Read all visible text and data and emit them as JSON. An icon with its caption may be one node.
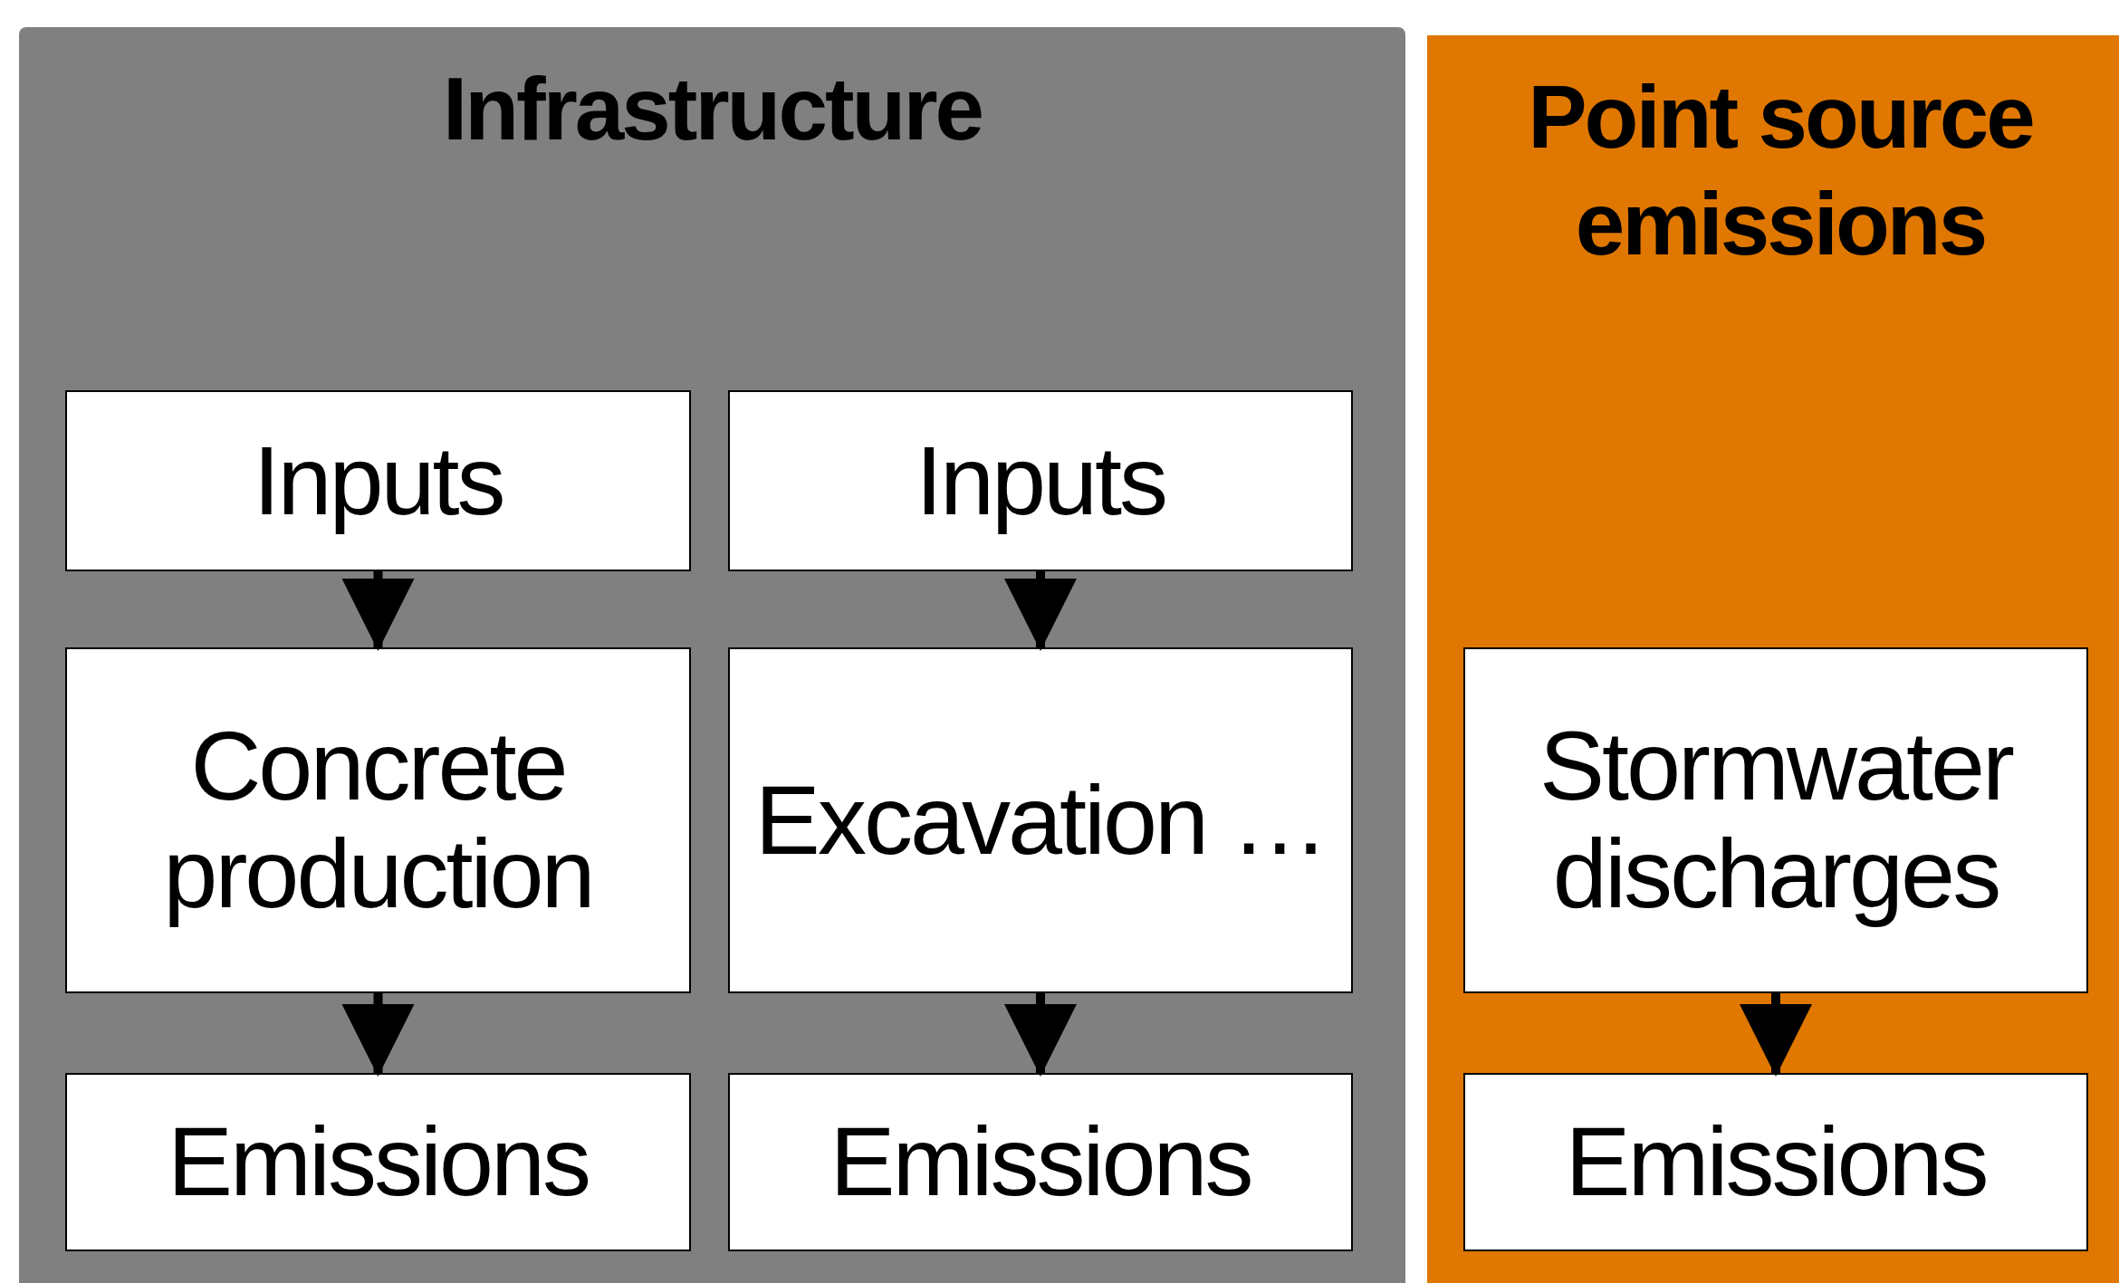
{
  "diagram": {
    "nodes": [
      {
        "text": [
          "Infrastructure"
        ]
      },
      {
        "text": [
          "Point source emissions"
        ]
      },
      {
        "text": [
          "Inputs"
        ],
        "in": 0
      },
      {
        "text": [
          "Concrete production"
        ],
        "in": 0
      },
      {
        "text": [
          "Emissions"
        ],
        "in": 0
      },
      {
        "text": [
          "Inputs"
        ],
        "in": 0
      },
      {
        "text": [
          "Excavation …"
        ],
        "in": 0
      },
      {
        "text": [
          "Emissions"
        ],
        "in": 0
      },
      {
        "text": [
          "Stormwater discharges"
        ],
        "in": 1
      },
      {
        "text": [
          "Emissions"
        ],
        "in": 1
      }
    ],
    "edges": [
      {
        "from": 2,
        "to": 3,
        "arrow": "to"
      },
      {
        "from": 3,
        "to": 4,
        "arrow": "to"
      },
      {
        "from": 5,
        "to": 6,
        "arrow": "to"
      },
      {
        "from": 6,
        "to": 7,
        "arrow": "to"
      },
      {
        "from": 8,
        "to": 9,
        "arrow": "to"
      }
    ]
  }
}
